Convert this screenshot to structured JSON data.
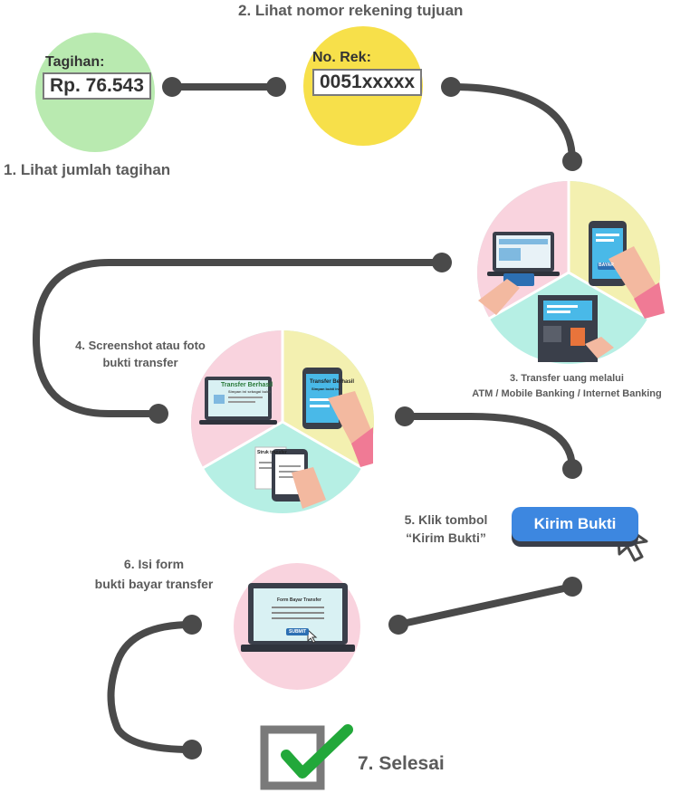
{
  "steps": {
    "s1": "1. Lihat jumlah tagihan",
    "s2": "2. Lihat nomor rekening tujuan",
    "s3_line1": "3. Transfer uang melalui",
    "s3_line2": "ATM / Mobile Banking / Internet Banking",
    "s4_line1": "4. Screenshot atau foto",
    "s4_line2": "bukti transfer",
    "s5_line1": "5. Klik tombol",
    "s5_line2": "“Kirim Bukti”",
    "s6_line1": "6. Isi form",
    "s6_line2": "bukti bayar transfer",
    "s7": "7. Selesai"
  },
  "bill": {
    "label": "Tagihan:",
    "value": "Rp. 76.543"
  },
  "account": {
    "label": "No. Rek:",
    "value": "0051xxxxx"
  },
  "button": {
    "label": "Kirim Bukti"
  },
  "proof_screen": {
    "title": "Transfer Berhasil",
    "subtitle": "Simpan ini sebagai bukti"
  },
  "phone_screen": {
    "title": "Transfer Berhasil",
    "subtitle": "Simpan bukti ini"
  },
  "receipt": {
    "title": "Struk transfer"
  },
  "form": {
    "title": "Form Bayar Transfer",
    "submit": "SUBMIT"
  },
  "mobile_pay": {
    "label": "BAYAR"
  },
  "colors": {
    "pink": "#f9d3de",
    "green": "#b9eab0",
    "yellow": "#f7e04a",
    "mint": "#b6efe4",
    "paleyellow": "#f3f0b0",
    "line": "#4a4a4a",
    "button": "#3d87e0",
    "check": "#22a83a"
  },
  "icons": [
    "laptop-icon",
    "phone-icon",
    "atm-icon",
    "card-icon",
    "cursor-icon",
    "checkbox-icon",
    "checkmark-icon"
  ]
}
